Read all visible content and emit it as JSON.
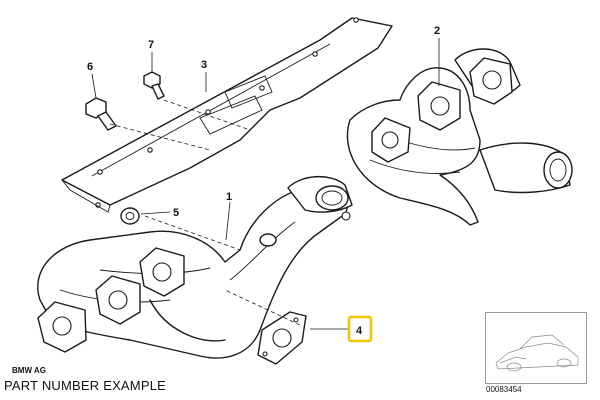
{
  "diagram": {
    "callouts": {
      "c1": "1",
      "c2": "2",
      "c3": "3",
      "c4": "4",
      "c5": "5",
      "c6": "6",
      "c7": "7"
    },
    "highlight_color": "#f2c200",
    "brand_mark": "BMW AG",
    "caption": "PART NUMBER EXAMPLE",
    "thumbnail_id": "00083454"
  }
}
